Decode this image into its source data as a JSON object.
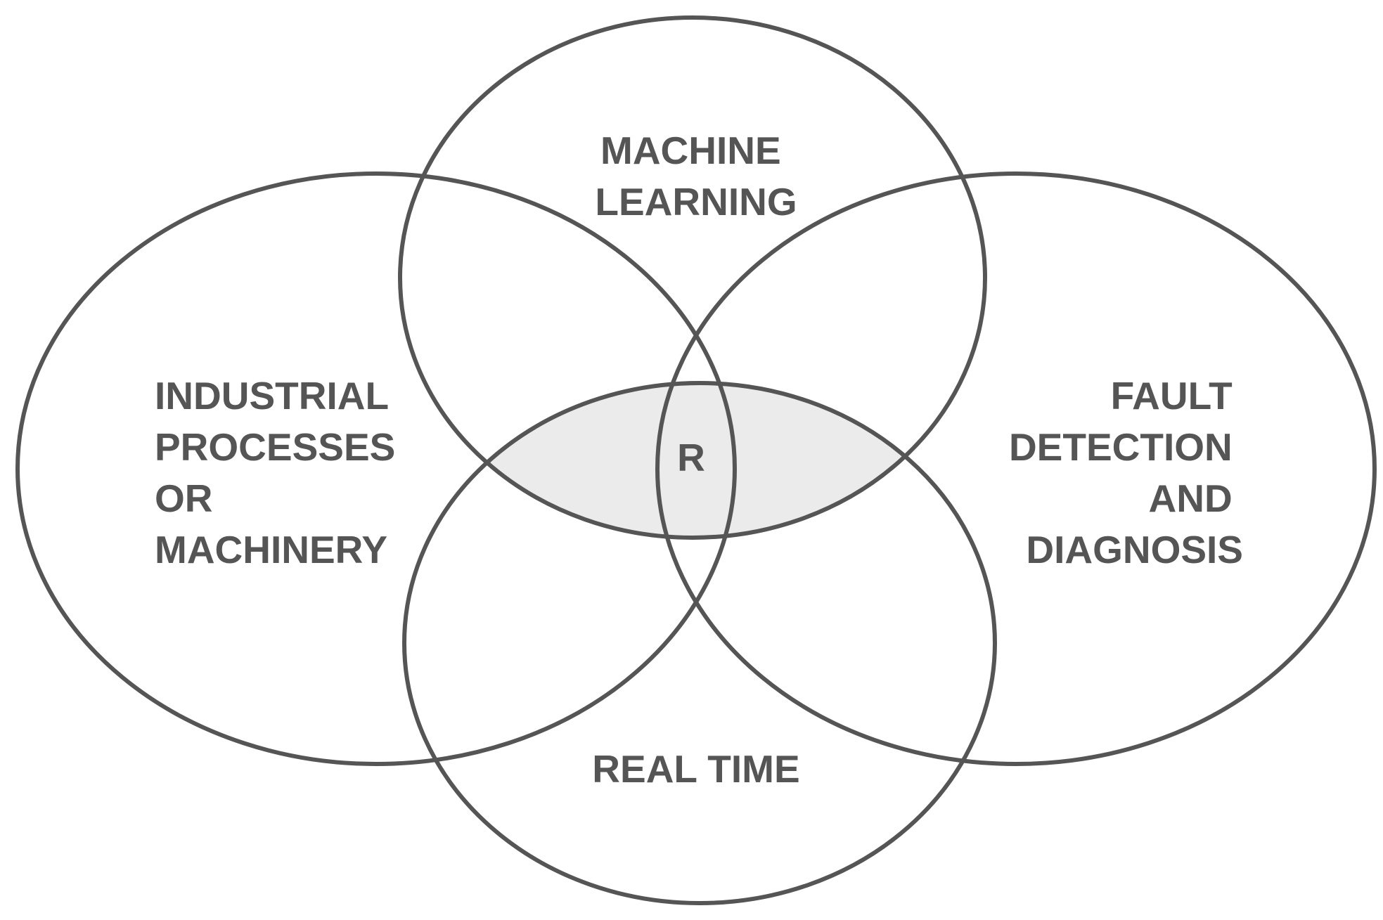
{
  "diagram": {
    "sets": {
      "industrial": [
        "INDUSTRIAL",
        "PROCESSES",
        "OR",
        "MACHINERY"
      ],
      "machine_learning": [
        "MACHINE",
        "LEARNING"
      ],
      "fault": [
        "FAULT",
        "DETECTION",
        "AND",
        "DIAGNOSIS"
      ],
      "real_time": [
        "REAL TIME"
      ]
    },
    "intersection_label": "R",
    "colors": {
      "stroke": "#555555",
      "text": "#555555",
      "intersection_fill": "#ebebeb",
      "background": "#ffffff"
    }
  }
}
